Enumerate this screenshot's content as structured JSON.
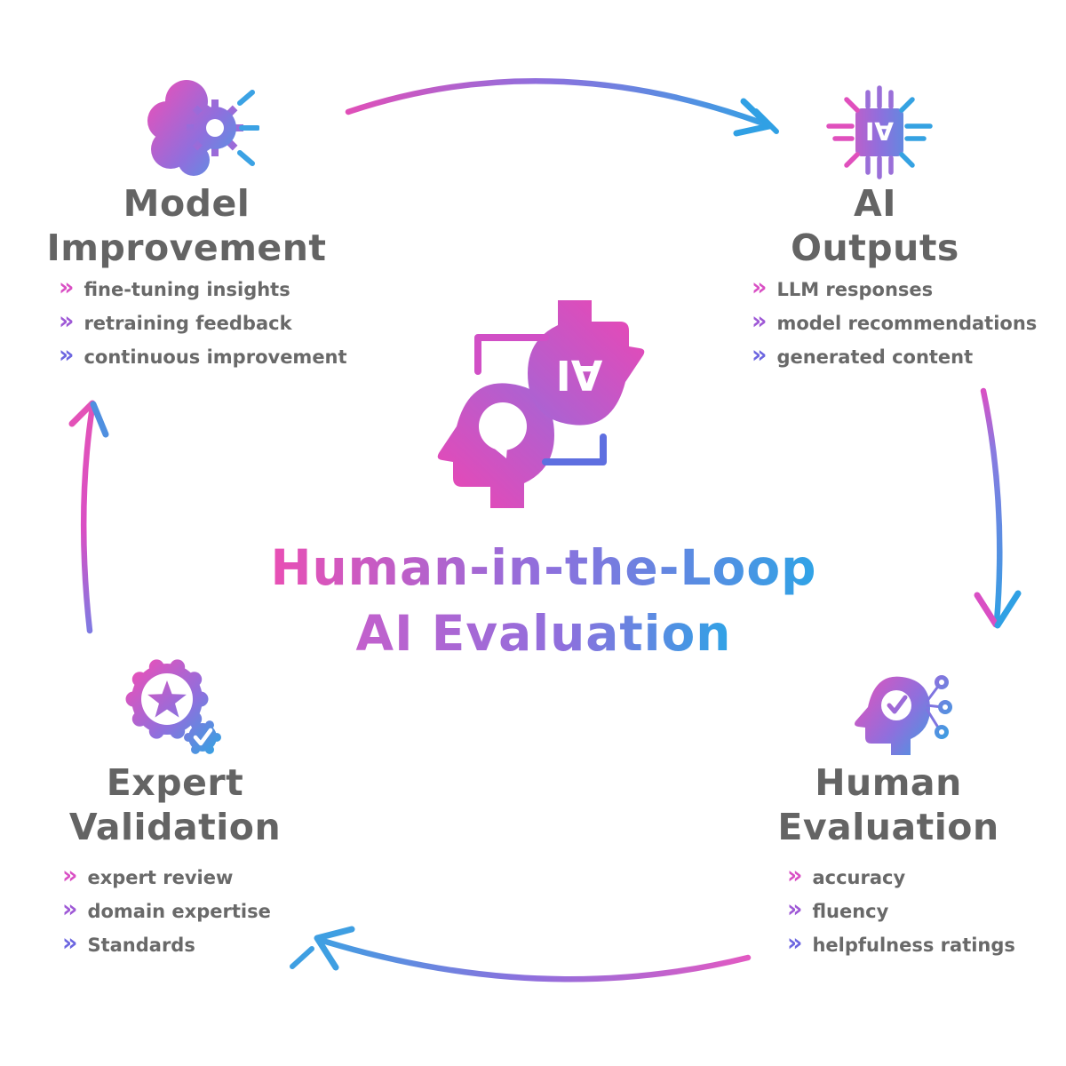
{
  "center": {
    "title_line1": "Human-in-the-Loop",
    "title_line2": "AI Evaluation",
    "ai_label": "AI"
  },
  "bullet_marker": "»",
  "palette": {
    "pink": "#e050bd",
    "purple": "#8f6fdd",
    "blue": "#35a2e2",
    "heading_gray": "#646464",
    "bullet_gray": "#696969",
    "marker_colors": [
      "#d94fc4",
      "#9e58d6",
      "#6c66e0"
    ]
  },
  "nodes": {
    "model_improvement": {
      "title1": "Model",
      "title2": "Improvement",
      "icon": "brain-gear-icon",
      "bullets": [
        "fine-tuning insights",
        "retraining feedback",
        "continuous improvement"
      ]
    },
    "ai_outputs": {
      "title1": "AI",
      "title2": "Outputs",
      "icon": "ai-chip-icon",
      "icon_label": "AI",
      "bullets": [
        "LLM responses",
        "model recommendations",
        "generated content"
      ]
    },
    "human_evaluation": {
      "title1": "Human",
      "title2": "Evaluation",
      "icon": "head-network-icon",
      "bullets": [
        "accuracy",
        "fluency",
        "helpfulness ratings"
      ]
    },
    "expert_validation": {
      "title1": "Expert",
      "title2": "Validation",
      "icon": "badge-star-icon",
      "bullets": [
        "expert review",
        "domain expertise",
        "Standards"
      ]
    }
  },
  "arrows": [
    "ai-outputs-to-human-evaluation-cycle"
  ]
}
